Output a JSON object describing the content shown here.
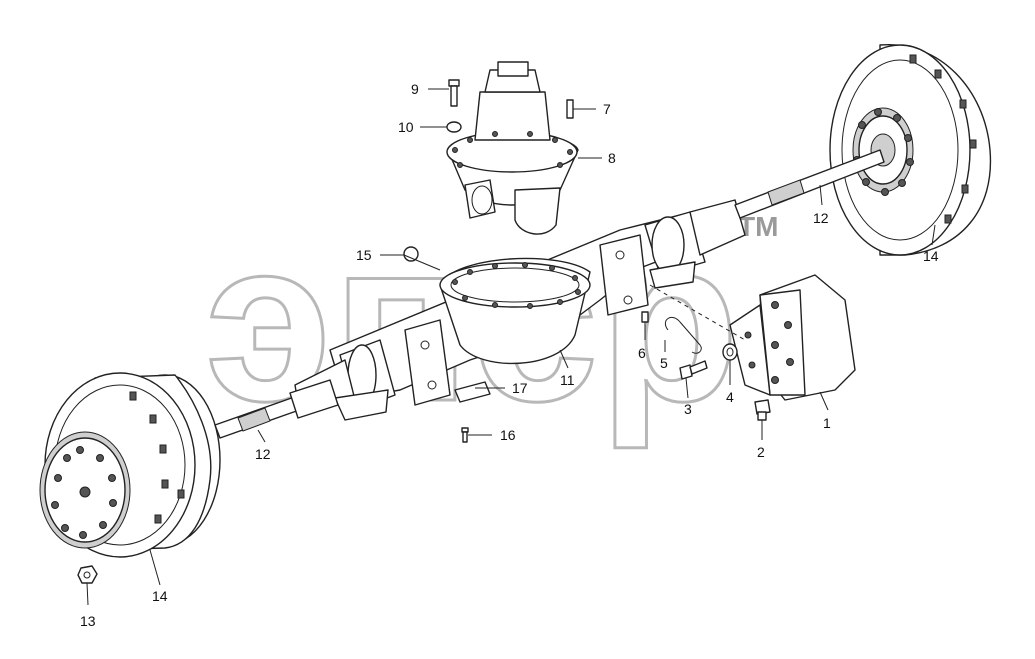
{
  "watermark": {
    "text": "эпср",
    "trademark": "TM"
  },
  "callouts": [
    {
      "id": "c1",
      "label": "1"
    },
    {
      "id": "c2",
      "label": "2"
    },
    {
      "id": "c3",
      "label": "3"
    },
    {
      "id": "c4",
      "label": "4"
    },
    {
      "id": "c5",
      "label": "5"
    },
    {
      "id": "c6",
      "label": "6"
    },
    {
      "id": "c7",
      "label": "7"
    },
    {
      "id": "c8",
      "label": "8"
    },
    {
      "id": "c9",
      "label": "9"
    },
    {
      "id": "c10",
      "label": "10"
    },
    {
      "id": "c11",
      "label": "11"
    },
    {
      "id": "c12a",
      "label": "12"
    },
    {
      "id": "c12b",
      "label": "12"
    },
    {
      "id": "c13",
      "label": "13"
    },
    {
      "id": "c14a",
      "label": "14"
    },
    {
      "id": "c14b",
      "label": "14"
    },
    {
      "id": "c15",
      "label": "15"
    },
    {
      "id": "c16",
      "label": "16"
    },
    {
      "id": "c17",
      "label": "17"
    }
  ]
}
